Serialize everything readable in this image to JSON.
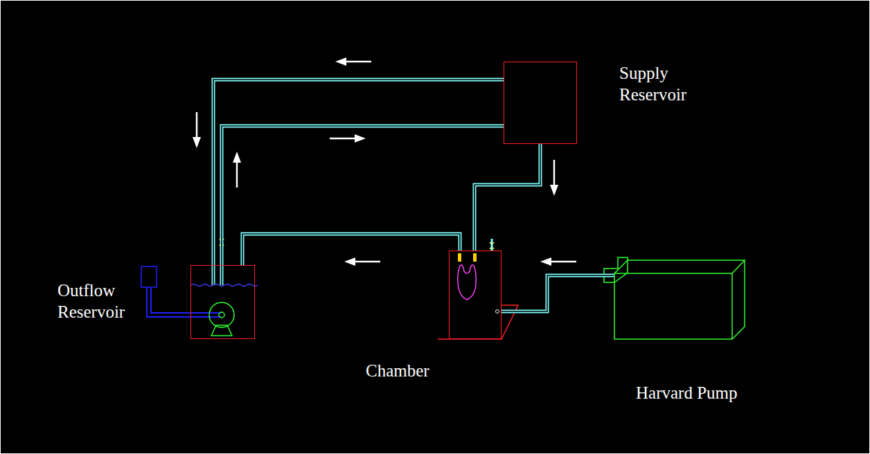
{
  "diagram": {
    "nodes": [
      {
        "text": [
          "Supply Reservoir"
        ]
      },
      {
        "text": [
          "Outflow Reservoir"
        ]
      },
      {
        "text": [
          "Chamber"
        ]
      },
      {
        "text": [
          "Harvard Pump"
        ]
      }
    ],
    "edges": [
      {
        "from": 0,
        "to": 1,
        "arrow": "to"
      },
      {
        "from": 1,
        "to": 0,
        "arrow": "to"
      },
      {
        "from": 0,
        "to": 2,
        "arrow": "to"
      },
      {
        "from": 2,
        "to": 1,
        "arrow": "to"
      },
      {
        "from": 3,
        "to": 2,
        "arrow": "to"
      }
    ]
  }
}
